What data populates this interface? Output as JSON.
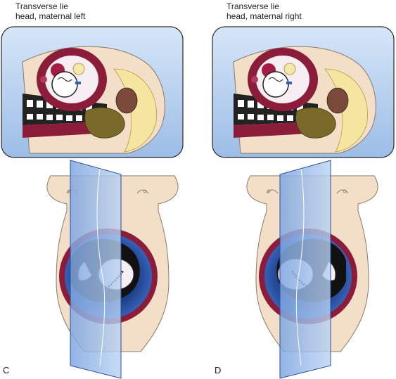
{
  "figure": {
    "panel_c": {
      "caption_line1": "Transverse lie",
      "caption_line2": "head, maternal left",
      "letter": "C"
    },
    "panel_d": {
      "caption_line1": "Transverse lie",
      "caption_line2": "head, maternal right",
      "letter": "D"
    }
  },
  "colors": {
    "inset_bg": "#b8d2ee",
    "skin": "#f3dfc7",
    "skin_outline": "#8a7a6a",
    "uterus": "#8b1d3a",
    "amniotic": "#2a4f9a",
    "plane": "#8fb4e6",
    "fetus_dark": "#111111",
    "bone": "#f2e6b8"
  }
}
